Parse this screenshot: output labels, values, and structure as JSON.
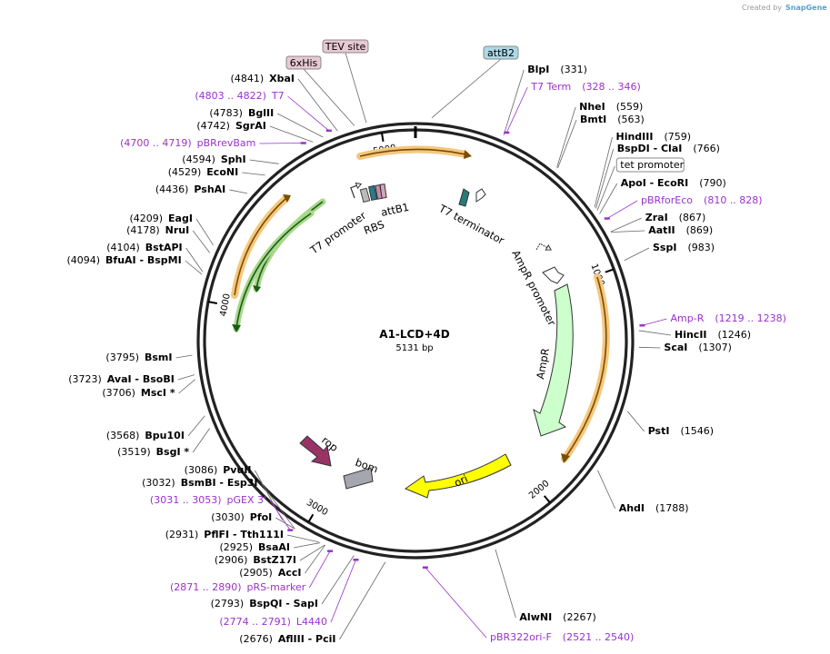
{
  "credit": {
    "prefix": "Created by",
    "brand": "SnapGene"
  },
  "plasmid": {
    "name": "A1-LCD+4D",
    "length_label": "5131 bp",
    "total_bp": 5131
  },
  "ticks": [
    {
      "bp": 1000,
      "label": "1000"
    },
    {
      "bp": 2000,
      "label": "2000"
    },
    {
      "bp": 3000,
      "label": "3000"
    },
    {
      "bp": 4000,
      "label": "4000"
    },
    {
      "bp": 5000,
      "label": "5000"
    }
  ],
  "sites_right": [
    {
      "name": "BlpI",
      "pos": "(331)",
      "bp": 331
    },
    {
      "name": "T7 Term",
      "pos": "(328 .. 346)",
      "bp": 337,
      "primer": true
    },
    {
      "name": "NheI",
      "pos": "(559)",
      "bp": 559
    },
    {
      "name": "BmtI",
      "pos": "(563)",
      "bp": 563
    },
    {
      "name": "HindIII",
      "pos": "(759)",
      "bp": 759
    },
    {
      "name": "BspDI - ClaI",
      "pos": "(766)",
      "bp": 766
    },
    {
      "name": "tet promoter",
      "pos": "",
      "bp": 775,
      "box": true
    },
    {
      "name": "ApoI - EcoRI",
      "pos": "(790)",
      "bp": 790
    },
    {
      "name": "pBRforEco",
      "pos": "(810 .. 828)",
      "bp": 819,
      "primer": true
    },
    {
      "name": "ZraI",
      "pos": "(867)",
      "bp": 867
    },
    {
      "name": "AatII",
      "pos": "(869)",
      "bp": 869
    },
    {
      "name": "SspI",
      "pos": "(983)",
      "bp": 983
    },
    {
      "name": "Amp-R",
      "pos": "(1219 .. 1238)",
      "bp": 1228,
      "primer": true
    },
    {
      "name": "HincII",
      "pos": "(1246)",
      "bp": 1246
    },
    {
      "name": "ScaI",
      "pos": "(1307)",
      "bp": 1307
    },
    {
      "name": "PstI",
      "pos": "(1546)",
      "bp": 1546
    },
    {
      "name": "AhdI",
      "pos": "(1788)",
      "bp": 1788
    },
    {
      "name": "AlwNI",
      "pos": "(2267)",
      "bp": 2267
    },
    {
      "name": "pBR322ori-F",
      "pos": "(2521 .. 2540)",
      "bp": 2530,
      "primer": true
    }
  ],
  "sites_left": [
    {
      "name": "XbaI",
      "pos": "(4841)",
      "bp": 4841
    },
    {
      "name": "T7",
      "pos": "(4803 .. 4822)",
      "bp": 4812,
      "primer": true
    },
    {
      "name": "BglII",
      "pos": "(4783)",
      "bp": 4783
    },
    {
      "name": "SgrAI",
      "pos": "(4742)",
      "bp": 4742
    },
    {
      "name": "pBRrevBam",
      "pos": "(4700 .. 4719)",
      "bp": 4710,
      "primer": true
    },
    {
      "name": "SphI",
      "pos": "(4594)",
      "bp": 4594
    },
    {
      "name": "EcoNI",
      "pos": "(4529)",
      "bp": 4529
    },
    {
      "name": "PshAI",
      "pos": "(4436)",
      "bp": 4436
    },
    {
      "name": "EagI",
      "pos": "(4209)",
      "bp": 4209
    },
    {
      "name": "NruI",
      "pos": "(4178)",
      "bp": 4178
    },
    {
      "name": "BstAPI",
      "pos": "(4104)",
      "bp": 4104
    },
    {
      "name": "BfuAI - BspMI",
      "pos": "(4094)",
      "bp": 4094
    },
    {
      "name": "BsmI",
      "pos": "(3795)",
      "bp": 3795
    },
    {
      "name": "AvaI - BsoBI",
      "pos": "(3723)",
      "bp": 3723
    },
    {
      "name": "MscI *",
      "pos": "(3706)",
      "bp": 3706
    },
    {
      "name": "Bpu10I",
      "pos": "(3568)",
      "bp": 3568
    },
    {
      "name": "BsgI *",
      "pos": "(3519)",
      "bp": 3519
    },
    {
      "name": "PvuII",
      "pos": "(3086)",
      "bp": 3086
    },
    {
      "name": "BsmBI - Esp3I",
      "pos": "(3032)",
      "bp": 3032
    },
    {
      "name": "pGEX 3'",
      "pos": "(3031 .. 3053)",
      "bp": 3042,
      "primer": true
    },
    {
      "name": "PfoI",
      "pos": "(3030)",
      "bp": 3030
    },
    {
      "name": "PflFI - Tth111I",
      "pos": "(2931)",
      "bp": 2931
    },
    {
      "name": "BsaAI",
      "pos": "(2925)",
      "bp": 2925
    },
    {
      "name": "BstZ17I",
      "pos": "(2906)",
      "bp": 2906
    },
    {
      "name": "AccI",
      "pos": "(2905)",
      "bp": 2905
    },
    {
      "name": "pRS-marker",
      "pos": "(2871 .. 2890)",
      "bp": 2880,
      "primer": true
    },
    {
      "name": "BspQI - SapI",
      "pos": "(2793)",
      "bp": 2793
    },
    {
      "name": "L4440",
      "pos": "(2774 .. 2791)",
      "bp": 2782,
      "primer": true
    },
    {
      "name": "AflIII - PciI",
      "pos": "(2676)",
      "bp": 2676
    }
  ],
  "top_boxes": [
    {
      "name": "TEV site",
      "bp": 4950,
      "color": "#e8c8d2"
    },
    {
      "name": "6xHis",
      "bp": 4905,
      "color": "#e8c8d2"
    },
    {
      "name": "attB2",
      "bp": 60,
      "color": "#add8e6"
    }
  ],
  "features": [
    {
      "name": "T7 promoter"
    },
    {
      "name": "RBS"
    },
    {
      "name": "attB1"
    },
    {
      "name": "T7 terminator"
    },
    {
      "name": "AmpR promoter"
    },
    {
      "name": "AmpR"
    },
    {
      "name": "ori"
    },
    {
      "name": "rop"
    },
    {
      "name": "bom"
    }
  ],
  "colors": {
    "primer": "#9932cc",
    "orf_orange": "#f5c77e",
    "orf_green": "#a8d88a",
    "ampr": "#ccffcc",
    "ori": "#ffff00",
    "rop": "#993366",
    "bom": "#a6a6b0",
    "attb": "#3a8a8a",
    "terminator": "#2a7a7a"
  }
}
